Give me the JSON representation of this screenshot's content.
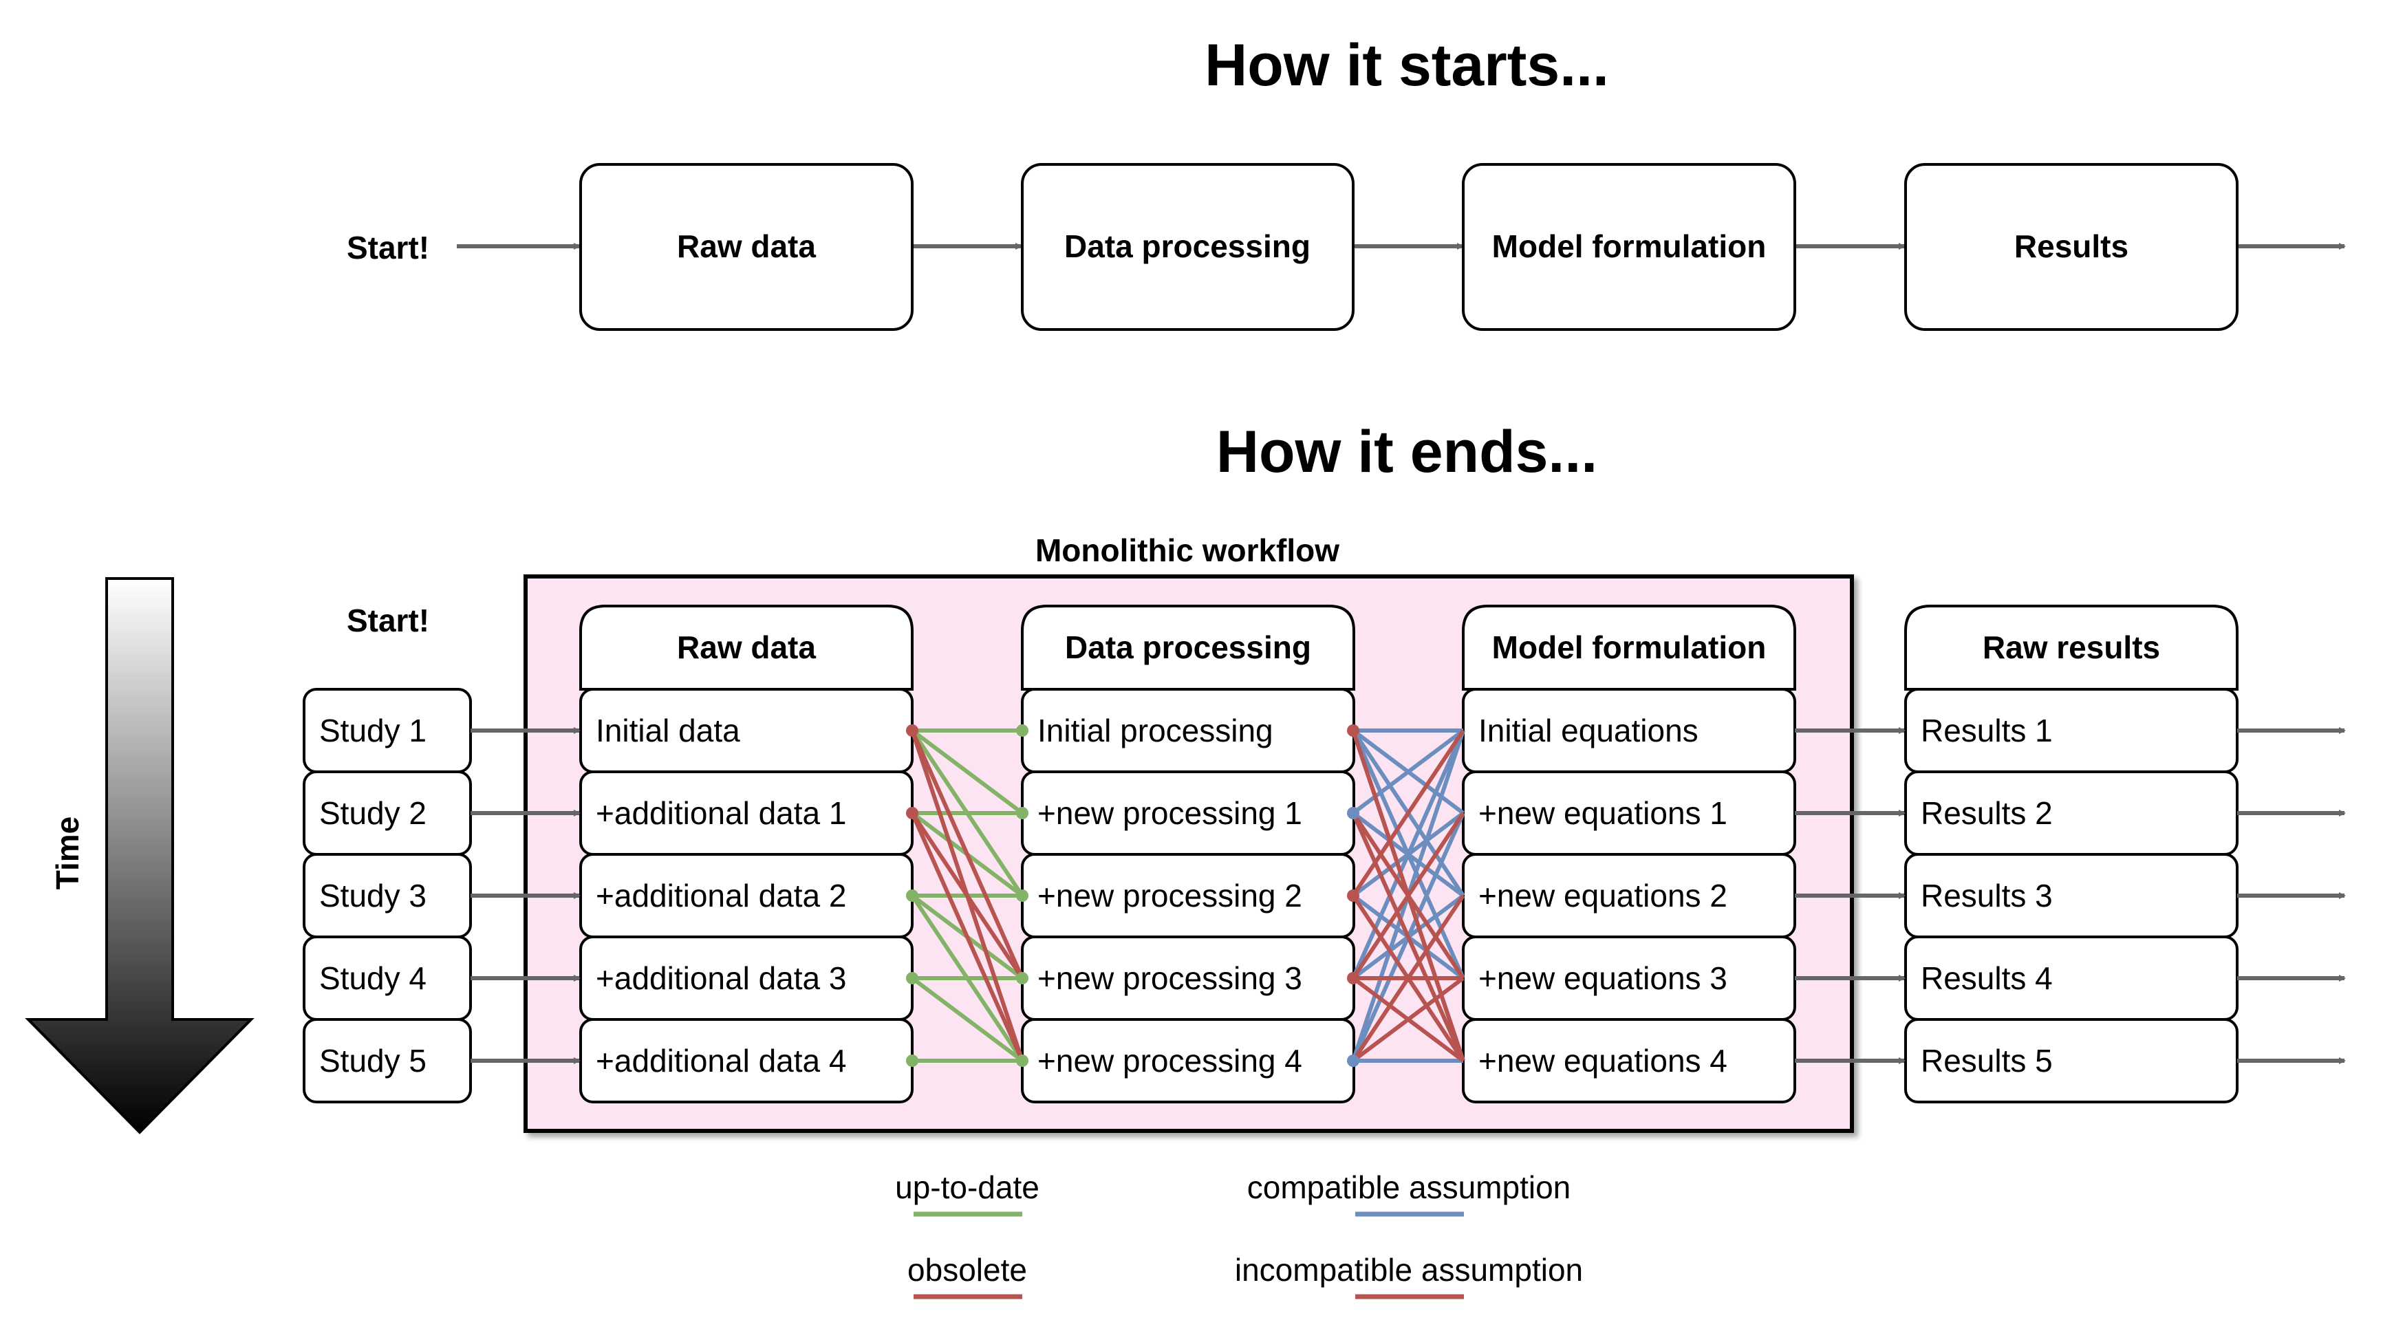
{
  "top": {
    "title": "How it starts...",
    "start": "Start!",
    "steps": [
      "Raw data",
      "Data processing",
      "Model formulation",
      "Results"
    ]
  },
  "bottom": {
    "title": "How it ends...",
    "workflow_label": "Monolithic workflow",
    "start": "Start!",
    "time_label": "Time",
    "studies": [
      "Study 1",
      "Study 2",
      "Study 3",
      "Study 4",
      "Study 5"
    ],
    "columns": [
      {
        "header": "Raw data",
        "items": [
          "Initial data",
          "+additional data 1",
          "+additional data 2",
          "+additional data 3",
          "+additional data 4"
        ]
      },
      {
        "header": "Data processing",
        "items": [
          "Initial processing",
          "+new processing 1",
          "+new processing 2",
          "+new processing 3",
          "+new processing 4"
        ]
      },
      {
        "header": "Model formulation",
        "items": [
          "Initial equations",
          "+new equations 1",
          "+new equations 2",
          "+new equations 3",
          "+new equations 4"
        ]
      },
      {
        "header": "Raw results",
        "items": [
          "Results 1",
          "Results 2",
          "Results 3",
          "Results 4",
          "Results 5"
        ]
      }
    ]
  },
  "legend": {
    "up_to_date": "up-to-date",
    "obsolete": "obsolete",
    "compatible": "compatible assumption",
    "incompatible": "incompatible assumption"
  },
  "colors": {
    "green": "#82b366",
    "red": "#b85450",
    "blue": "#6c8ebf",
    "pink": "#fce4f3",
    "arrow": "#666666"
  }
}
